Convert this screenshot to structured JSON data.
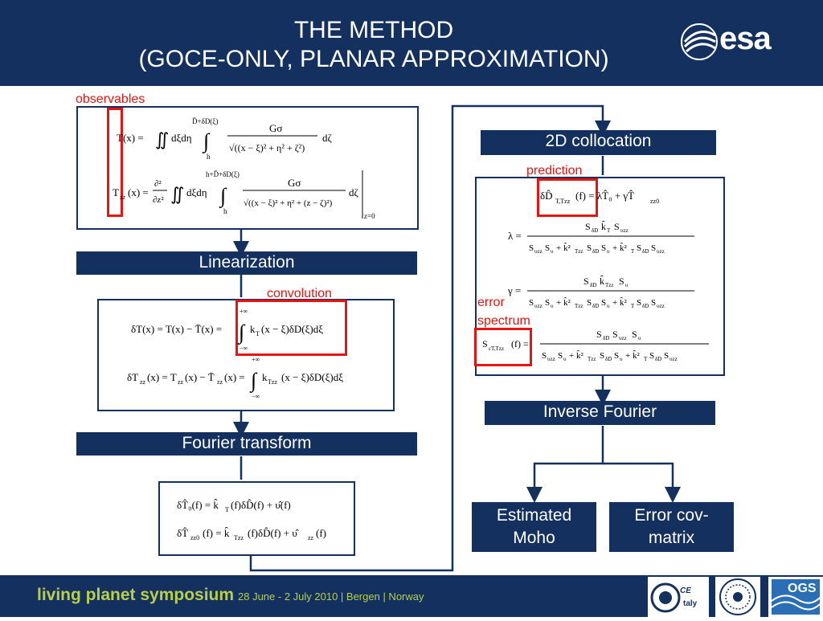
{
  "header": {
    "title_line1": "THE METHOD",
    "title_line2": "(GOCE-ONLY, PLANAR APPROXIMATION)",
    "logo_text": "esa"
  },
  "steps": {
    "linearization": "Linearization",
    "fourier_transform": "Fourier transform",
    "collocation": "2D collocation",
    "inverse_fourier": "Inverse Fourier",
    "estimated_moho": "Estimated Moho",
    "error_cov": "Error cov-matrix"
  },
  "annotations": {
    "observables": "observables",
    "convolution": "convolution",
    "prediction": "prediction",
    "error_spectrum_1": "error",
    "error_spectrum_2": "spectrum"
  },
  "equations": {
    "box1_eq1": "T(x) = ∬ dξdη ∫ₕ^{D̄+δD(ξ)} Gσ / √((x−ξ)² + η² + ζ²) dζ",
    "box1_eq2": "T_zz(x) = ∂²/∂z² ∬ dξdη ∫ₕ^{h+D̄+δD(ξ)} Gσ / √((x−ξ)² + η² + (z−ζ)²) dζ |_{z=0}",
    "box2_eq1": "δT(x) = T(x) − T̄(x) = ∫ k_T(x − ξ) δD(ξ) dξ",
    "box2_eq2": "δT_zz(x) = T_zz(x) − T̄_zz(x) = ∫ k_Tzz(x − ξ) δD(ξ) dξ",
    "box3_eq1": "δT̂₀(f) = k̂_T(f) δD̂(f) + υ̂(f)",
    "box3_eq2": "δT̂_zz0(f) = k̂_Tzz(f) δD̂(f) + υ̂_zz(f)",
    "box4_eq1": "δD̂_{T,Tzz}(f) = λT̂₀ + γT̂_zz0",
    "box4_eq2": "λ = S_δD k̂_T S_υzz / (S_υzz S_υ + k̂²_Tzz S_δD S_υ + k̂²_T S_δD S_υzz)",
    "box4_eq3": "γ = S_δD k̂_Tzz S_υ / (S_υzz S_υ + k̂²_Tzz S_δD S_υ + k̂²_T S_δD S_υzz)",
    "box4_eq4": "S_ε T,Tzz(f) = S_δD S_υzz S_υ / (S_υzz S_υ + k̂²_Tzz S_δD S_υ + k̂²_T S_δD S_υzz)"
  },
  "footer": {
    "symposium": "living planet symposium",
    "dates": "28 June - 2 July 2010 | Bergen | Norway",
    "goce_label_1": "CE",
    "goce_label_2": "taly",
    "ogs_label": "OGS"
  },
  "colors": {
    "navy": "#14305f",
    "red": "#e8140f",
    "footer_green": "#b8cf4a"
  }
}
